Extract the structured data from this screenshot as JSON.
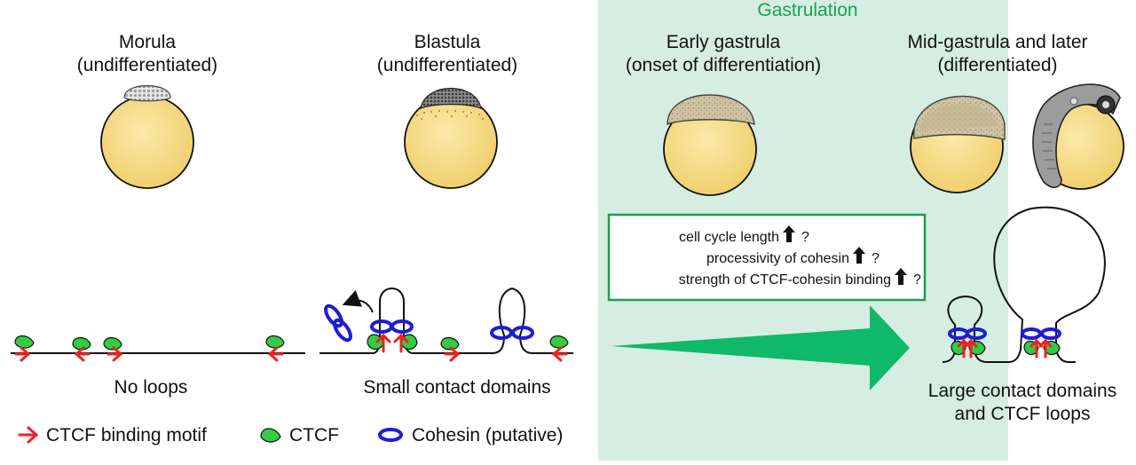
{
  "colors": {
    "gastrulation_bg": "#d6eee1",
    "gastrulation_text": "#1aa155",
    "box_border": "#1d9e52",
    "arrow_fill": "#10b86a",
    "yolk": "#f4d982",
    "ctcf": "#33cc44",
    "cohesin": "#1d1dd6",
    "motif": "#ee2222"
  },
  "gastrulation_label": "Gastrulation",
  "stages": [
    {
      "title": "Morula",
      "subtitle": "(undifferentiated)"
    },
    {
      "title": "Blastula",
      "subtitle": "(undifferentiated)"
    },
    {
      "title": "Early gastrula",
      "subtitle": "(onset of differentiation)"
    },
    {
      "title": "Mid-gastrula and later",
      "subtitle": "(differentiated)"
    }
  ],
  "hypothesis_box": {
    "lines": [
      "cell cycle length",
      "processivity of cohesin",
      "strength of CTCF-cohesin binding"
    ],
    "suffix": "?"
  },
  "outcomes": {
    "no_loops": "No loops",
    "small_domains": "Small contact domains",
    "large_domains_line1": "Large contact domains",
    "large_domains_line2": "and CTCF loops"
  },
  "legend": {
    "motif": "CTCF binding motif",
    "ctcf": "CTCF",
    "cohesin": "Cohesin (putative)"
  },
  "icons": [
    "ctcf-motif-arrow-icon",
    "ctcf-protein-icon",
    "cohesin-ring-icon",
    "up-arrow-icon",
    "embryo-icon",
    "chromatin-loop-icon"
  ]
}
